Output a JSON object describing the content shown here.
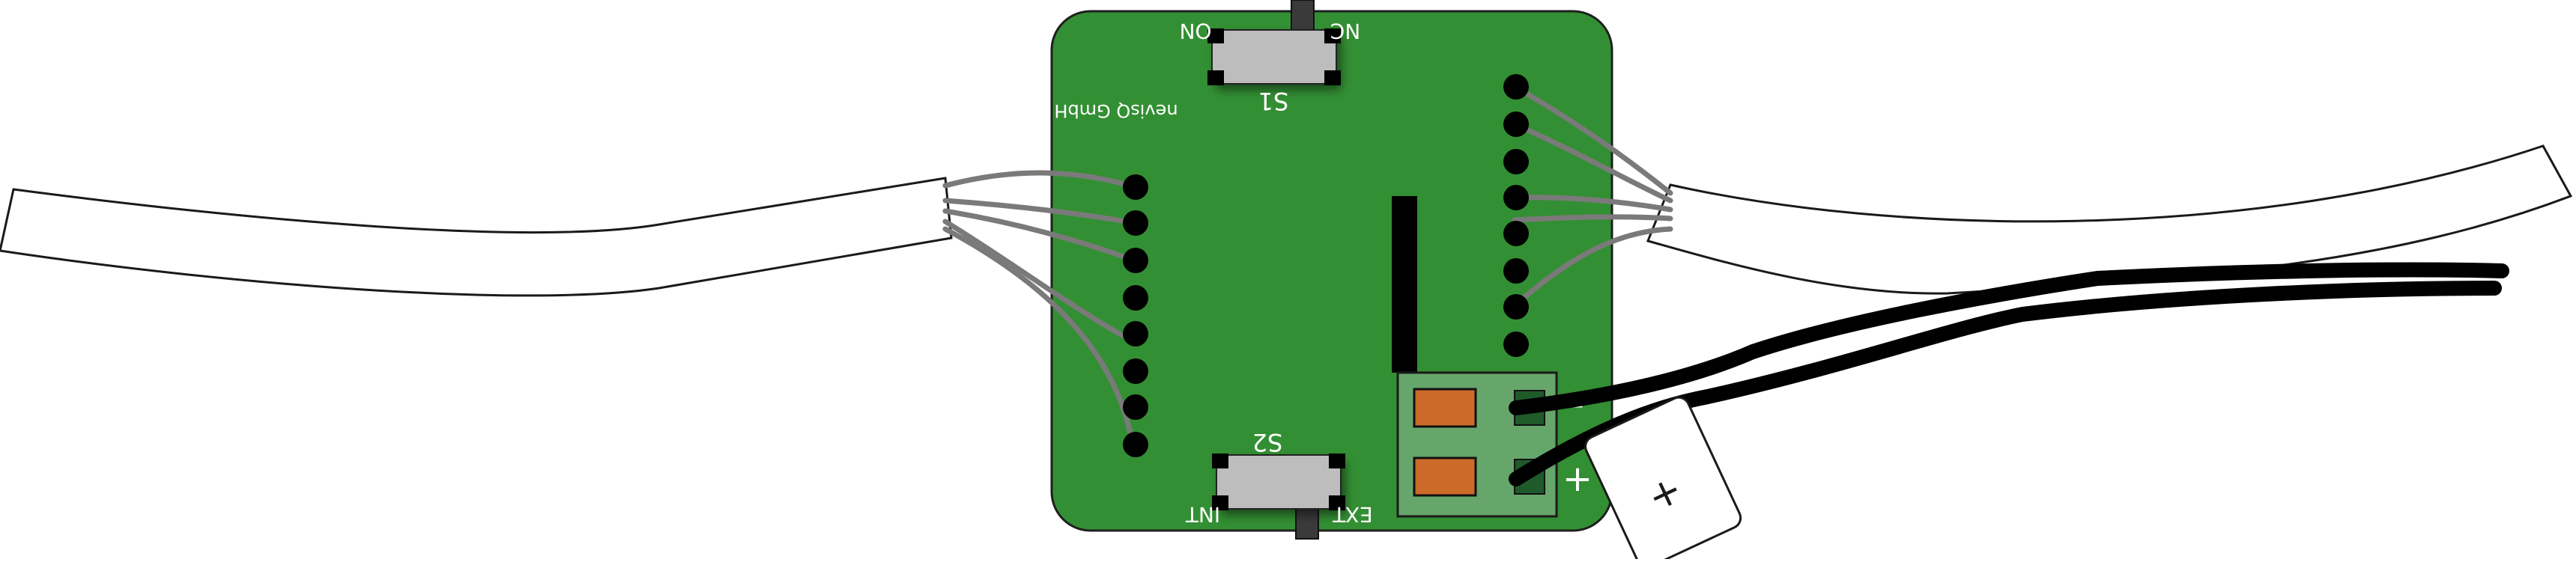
{
  "board": {
    "maker": "nevisQ GmbH",
    "switch_s1": {
      "label": "S1",
      "left_label": "ON",
      "right_label": "NC"
    },
    "switch_s2": {
      "label": "S2",
      "left_label": "INT",
      "right_label": "EXT"
    },
    "terminal": {
      "top_sign": "-",
      "bottom_sign": "+"
    }
  },
  "battery": {
    "symbol": "+"
  },
  "colors": {
    "pcb": "#338f33",
    "pcb_edge": "#1f1f1f",
    "terminal_block": "#66a66b",
    "terminal_pad": "#cc6a2a",
    "switch_body": "#bdbdbd",
    "wire_grey": "#7a7a7a",
    "wire_black": "#000000",
    "solder_pad": "#000000"
  }
}
